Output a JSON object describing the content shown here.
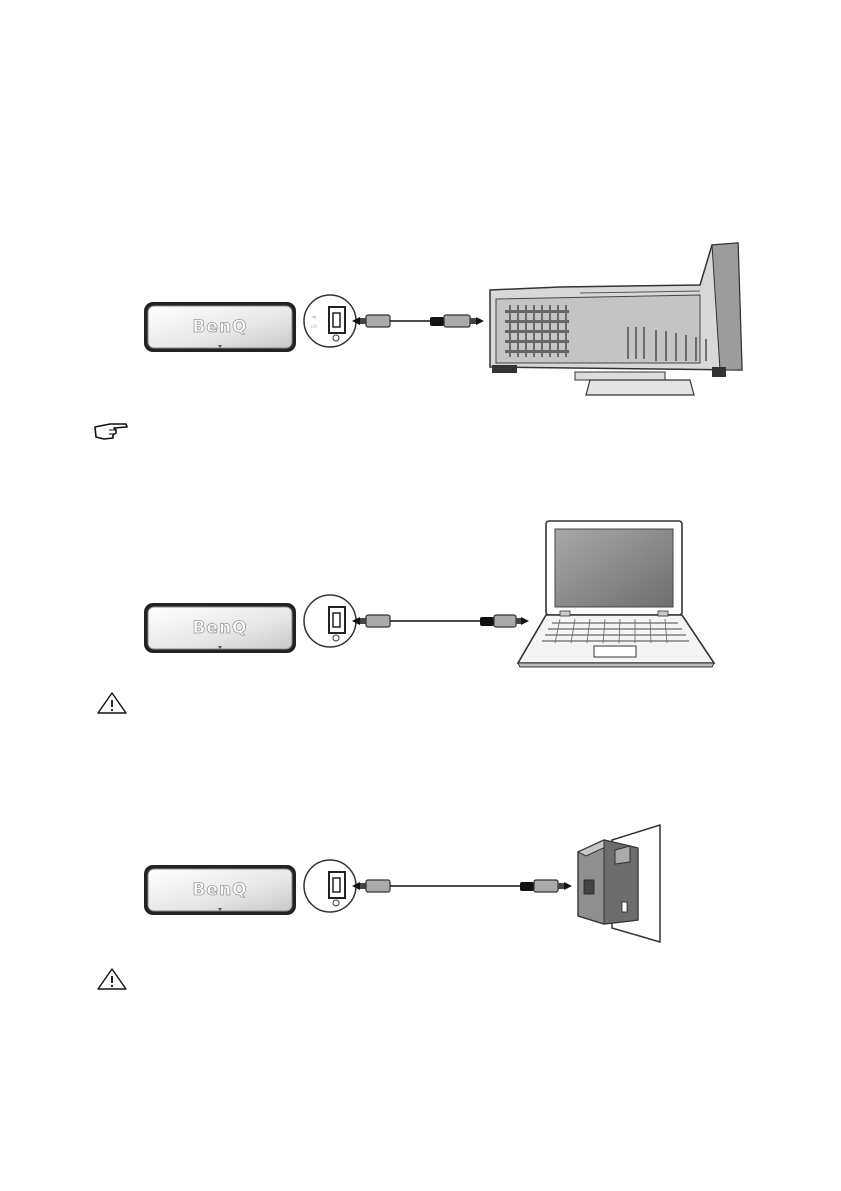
{
  "device": {
    "brand_logo": "BenQ"
  },
  "figures": [
    {
      "target": "projector"
    },
    {
      "target": "laptop"
    },
    {
      "target": "wall-adapter"
    }
  ],
  "notes": [
    {
      "icon": "pointing-hand-icon"
    },
    {
      "icon": "warning-icon"
    },
    {
      "icon": "warning-icon"
    }
  ]
}
